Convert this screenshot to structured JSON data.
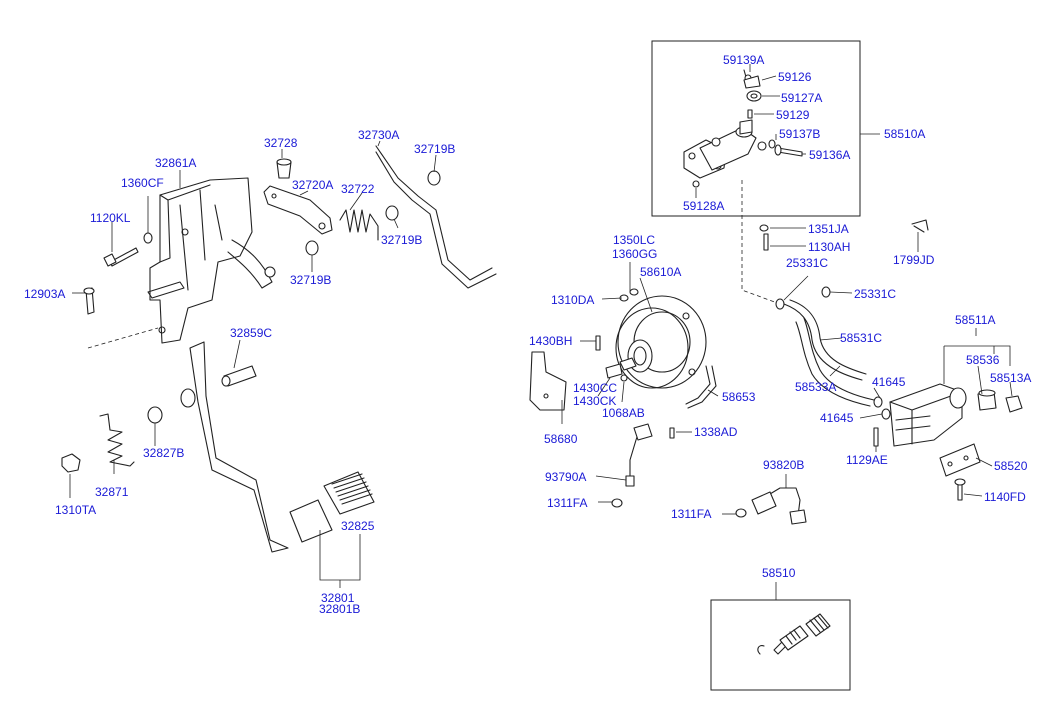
{
  "labels": {
    "p32728": "32728",
    "p32730A": "32730A",
    "p32719B_top": "32719B",
    "p32861A": "32861A",
    "p1360CF": "1360CF",
    "p32720A": "32720A",
    "p32722": "32722",
    "p32719B_mid": "32719B",
    "p1120KL": "1120KL",
    "p32719B_low": "32719B",
    "p12903A": "12903A",
    "p32859C": "32859C",
    "p32827B": "32827B",
    "p1310TA": "1310TA",
    "p32871": "32871",
    "p32825": "32825",
    "p32801": "32801",
    "p32801B": "32801B",
    "p59139A": "59139A",
    "p59126": "59126",
    "p59127A": "59127A",
    "p59129": "59129",
    "p59137B": "59137B",
    "p58510A": "58510A",
    "p59136A": "59136A",
    "p59128A": "59128A",
    "p1351JA": "1351JA",
    "p1130AH": "1130AH",
    "p1799JD": "1799JD",
    "p25331C_top": "25331C",
    "p25331C_right": "25331C",
    "p1350LC": "1350LC",
    "p1360GG": "1360GG",
    "p58610A": "58610A",
    "p1310DA": "1310DA",
    "p58531C": "58531C",
    "p58511A": "58511A",
    "p1430BH": "1430BH",
    "p58536": "58536",
    "p58533A": "58533A",
    "p41645_a": "41645",
    "p58513A": "58513A",
    "p1430CC": "1430CC",
    "p1430CK": "1430CK",
    "p58653": "58653",
    "p1068AB": "1068AB",
    "p41645_b": "41645",
    "p58680": "58680",
    "p1338AD": "1338AD",
    "p1129AE": "1129AE",
    "p58520": "58520",
    "p93820B": "93820B",
    "p93790A": "93790A",
    "p1140FD": "1140FD",
    "p1311FA_left": "1311FA",
    "p1311FA_right": "1311FA",
    "p58510": "58510"
  },
  "colors": {
    "label": "#1a1ad6",
    "line": "#222222",
    "background": "#ffffff"
  }
}
